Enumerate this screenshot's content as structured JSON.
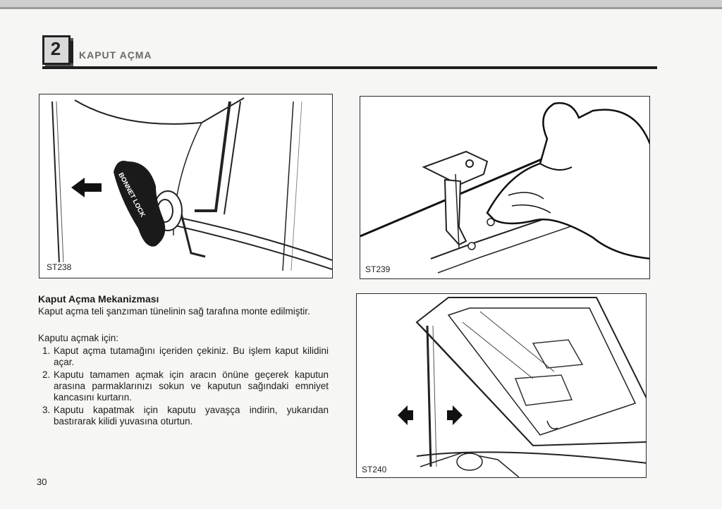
{
  "header": {
    "chapter_number": "2",
    "chapter_title": "KAPUT AÇMA"
  },
  "figures": [
    {
      "label": "ST238",
      "knob_text": "BONNET LOCK"
    },
    {
      "label": "ST239"
    },
    {
      "label": "ST240"
    }
  ],
  "section": {
    "title": "Kaput Açma Mekanizması",
    "intro": "Kaput açma teli şanzıman tünelinin sağ tarafına monte edilmiştir.",
    "lead": "Kaputu açmak için:",
    "steps": [
      {
        "num": "1.",
        "text": "Kaput açma tutamağını içeriden çekiniz. Bu işlem kaput kilidini açar."
      },
      {
        "num": "2.",
        "text": "Kaputu tamamen açmak için aracın önüne geçerek kaputun arasına parmaklarınızı sokun ve kaputun sağındaki emniyet kancasını kurtarın."
      },
      {
        "num": "3.",
        "text": "Kaputu kapatmak için kaputu yavaşça indirin, yukarıdan bastırarak kilidi yuvasına oturtun."
      }
    ]
  },
  "footer": {
    "page_number": "30"
  }
}
